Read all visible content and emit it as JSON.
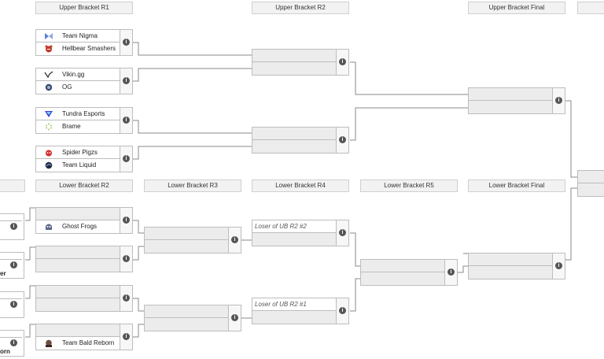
{
  "headers": {
    "ub_r1": "Upper Bracket R1",
    "ub_r2": "Upper Bracket R2",
    "ub_final": "Upper Bracket Final",
    "lb_r2": "Lower Bracket R2",
    "lb_r3": "Lower Bracket R3",
    "lb_r4": "Lower Bracket R4",
    "lb_r5": "Lower Bracket R5",
    "lb_final": "Lower Bracket Final"
  },
  "teams": {
    "nigma": "Team Nigma",
    "hellbear": "Hellbear Smashers",
    "vikin": "Vikin.gg",
    "og": "OG",
    "tundra": "Tundra Esports",
    "brame": "Brame",
    "spider": "Spider Pigzs",
    "liquid": "Team Liquid",
    "ghost": "Ghost Frogs",
    "bald": "Team Bald Reborn"
  },
  "placeholders": {
    "loser_ub2_2": "Loser of UB R2 #2",
    "loser_ub2_1": "Loser of UB R2 #1"
  },
  "partial_labels": {
    "cut1": "er",
    "cut2": "orn"
  },
  "info_glyph": "i",
  "icons": {
    "nigma": "nigma-logo-icon",
    "hellbear": "hellbear-logo-icon",
    "vikin": "vikin-logo-icon",
    "og": "og-logo-icon",
    "tundra": "tundra-logo-icon",
    "brame": "brame-logo-icon",
    "spider": "spider-pigzs-logo-icon",
    "liquid": "liquid-logo-icon",
    "ghost": "ghost-frogs-logo-icon",
    "bald": "bald-reborn-logo-icon",
    "info": "info-icon"
  }
}
